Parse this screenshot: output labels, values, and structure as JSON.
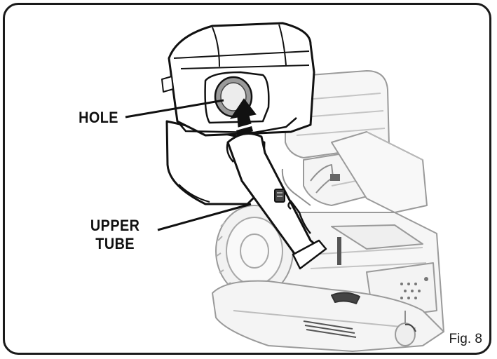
{
  "figure": {
    "callouts": {
      "hole": "HOLE",
      "upper_tube_line1": "UPPER",
      "upper_tube_line2": "TUBE"
    },
    "fig_label": "Fig. 8"
  }
}
